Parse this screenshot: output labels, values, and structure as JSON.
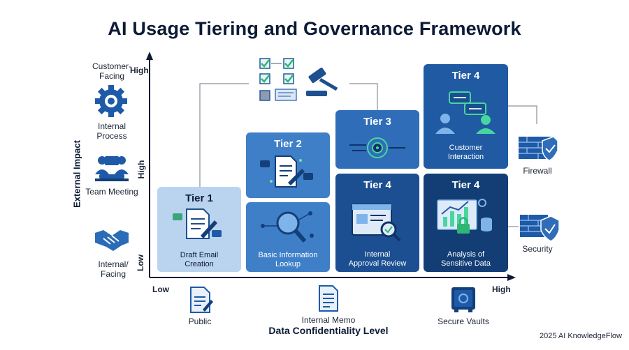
{
  "title": "AI Usage Tiering and Governance Framework",
  "y_axis": {
    "label": "External Impact",
    "high": "High",
    "mid_high": "High",
    "low": "Low",
    "categories": [
      "Customer-Facing",
      "Internal Process",
      "Team Meeting",
      "Internal/ Facing"
    ]
  },
  "x_axis": {
    "label": "Data Confidentiality Level",
    "low": "Low",
    "high": "High",
    "categories": [
      "Public",
      "Internal Memo",
      "Secure Vaults"
    ]
  },
  "tiles": [
    {
      "tier": "Tier 1",
      "caption_line1": "Draft Email",
      "caption_line2": "Creation",
      "icon": "document-edit-icon"
    },
    {
      "tier": "Tier 2",
      "caption_line1": "",
      "caption_line2": "",
      "icon": "document-chat-icon"
    },
    {
      "tier": "",
      "caption_line1": "Basic Information",
      "caption_line2": "Lookup",
      "icon": "magnifier-network-icon"
    },
    {
      "tier": "Tier 3",
      "caption_line1": "",
      "caption_line2": "",
      "icon": "circuit-target-icon"
    },
    {
      "tier": "Tier 4",
      "caption_line1": "Internal",
      "caption_line2": "Approval Review",
      "icon": "browser-search-icon"
    },
    {
      "tier": "Tier 4",
      "caption_line1": "Customer",
      "caption_line2": "Interaction",
      "icon": "people-chat-icon"
    },
    {
      "tier": "Tier 4",
      "caption_line1": "Analysis of",
      "caption_line2": "Sensitive Data",
      "icon": "chart-lock-icon"
    }
  ],
  "security": {
    "firewall": "Firewall",
    "security": "Security"
  },
  "footer": "2025 AI KnowledgeFlow",
  "colors": {
    "tier1": "#bad4ef",
    "tier2": "#3f7fc8",
    "tier3": "#2f6db8",
    "tier4": "#1b4f91",
    "dark_tier4": "#123d75",
    "accent_green": "#3ec98a"
  }
}
